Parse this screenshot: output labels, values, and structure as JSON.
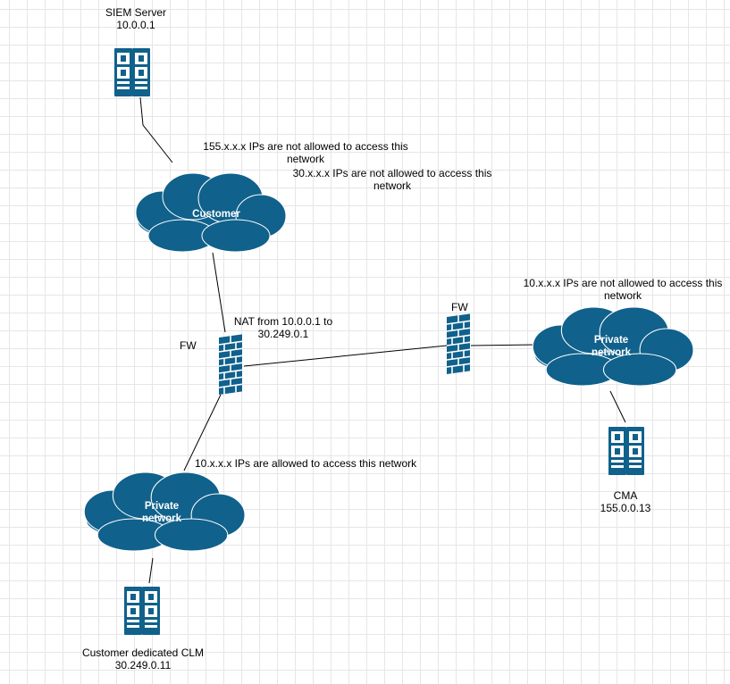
{
  "nodes": {
    "siem": {
      "name": "SIEM Server",
      "ip": "10.0.0.1"
    },
    "customer_cloud": {
      "label": "Customer"
    },
    "fw_left": {
      "label": "FW"
    },
    "fw_right": {
      "label": "FW"
    },
    "private_right": {
      "label_line1": "Private",
      "label_line2": "network"
    },
    "private_left": {
      "label_line1": "Private",
      "label_line2": "network"
    },
    "cma": {
      "name": "CMA",
      "ip": "155.0.0.13"
    },
    "clm": {
      "name": "Customer dedicated CLM",
      "ip": "30.249.0.11"
    }
  },
  "notes": {
    "rule_155_line1": "155.x.x.x IPs are not allowed to access this",
    "rule_155_line2": "network",
    "rule_30_line1": "30.x.x.x IPs are not allowed to access this",
    "rule_30_line2": "network",
    "rule_10_right_line1": "10.x.x.x IPs are not allowed to access this",
    "rule_10_right_line2": "network",
    "nat_line1": "NAT from 10.0.0.1 to",
    "nat_line2": "30.249.0.1",
    "rule_10_left": "10.x.x.x IPs are allowed to access this network"
  },
  "colors": {
    "shape_fill": "#10618b",
    "shape_stroke": "#ffffff",
    "edge": "#000000",
    "grid": "#e6e6e6"
  }
}
